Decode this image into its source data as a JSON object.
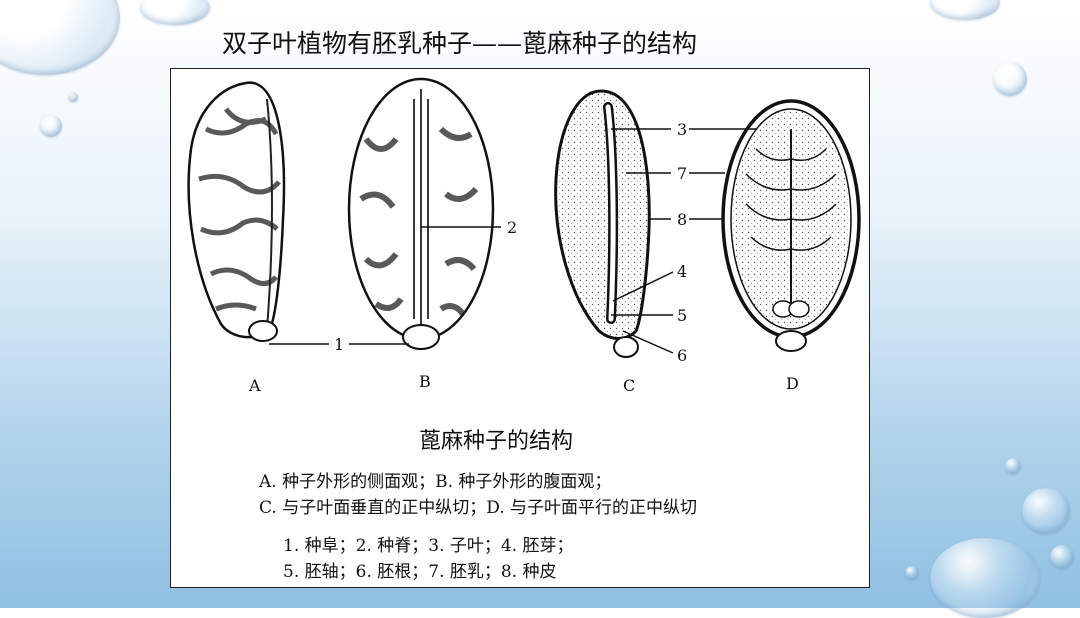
{
  "slide": {
    "title": "双子叶植物有胚乳种子——蓖麻种子的结构"
  },
  "figure": {
    "title": "蓖麻种子的结构",
    "panel_labels": [
      "A",
      "B",
      "C",
      "D"
    ],
    "part_numbers": [
      "1",
      "2",
      "3",
      "7",
      "8",
      "4",
      "5",
      "6"
    ],
    "caption_lines": [
      "A. 种子外形的侧面观；B. 种子外形的腹面观；",
      "C. 与子叶面垂直的正中纵切；D. 与子叶面平行的正中纵切",
      "1. 种阜；2. 种脊；3. 子叶；4. 胚芽；",
      "5. 胚轴；6. 胚根；7. 胚乳；8. 种皮"
    ]
  }
}
